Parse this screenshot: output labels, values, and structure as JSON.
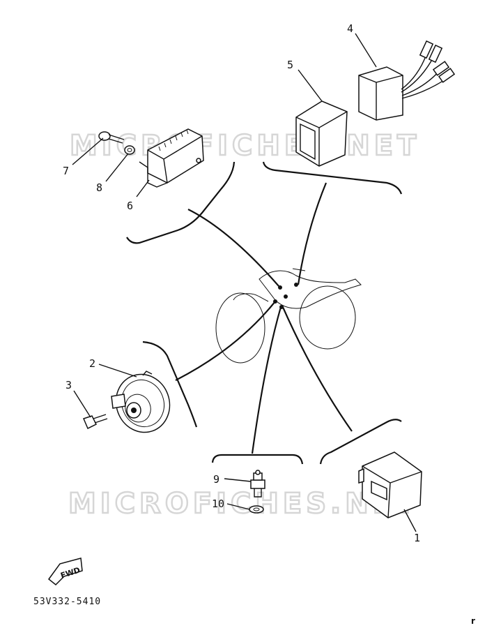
{
  "watermarks": [
    "MICROFICHES.NET",
    "MICROFICHES.NET"
  ],
  "callouts": [
    {
      "num": "1",
      "part": "relay"
    },
    {
      "num": "2",
      "part": "horn"
    },
    {
      "num": "3",
      "part": "horn-bolt"
    },
    {
      "num": "4",
      "part": "wiring-relay-unit"
    },
    {
      "num": "5",
      "part": "relay-cover"
    },
    {
      "num": "6",
      "part": "control-unit"
    },
    {
      "num": "7",
      "part": "screw"
    },
    {
      "num": "8",
      "part": "washer"
    },
    {
      "num": "9",
      "part": "switch"
    },
    {
      "num": "10",
      "part": "gasket"
    }
  ],
  "fwd_label": "FWD",
  "diagram_code": "53V332-5410",
  "corner_mark": "r"
}
